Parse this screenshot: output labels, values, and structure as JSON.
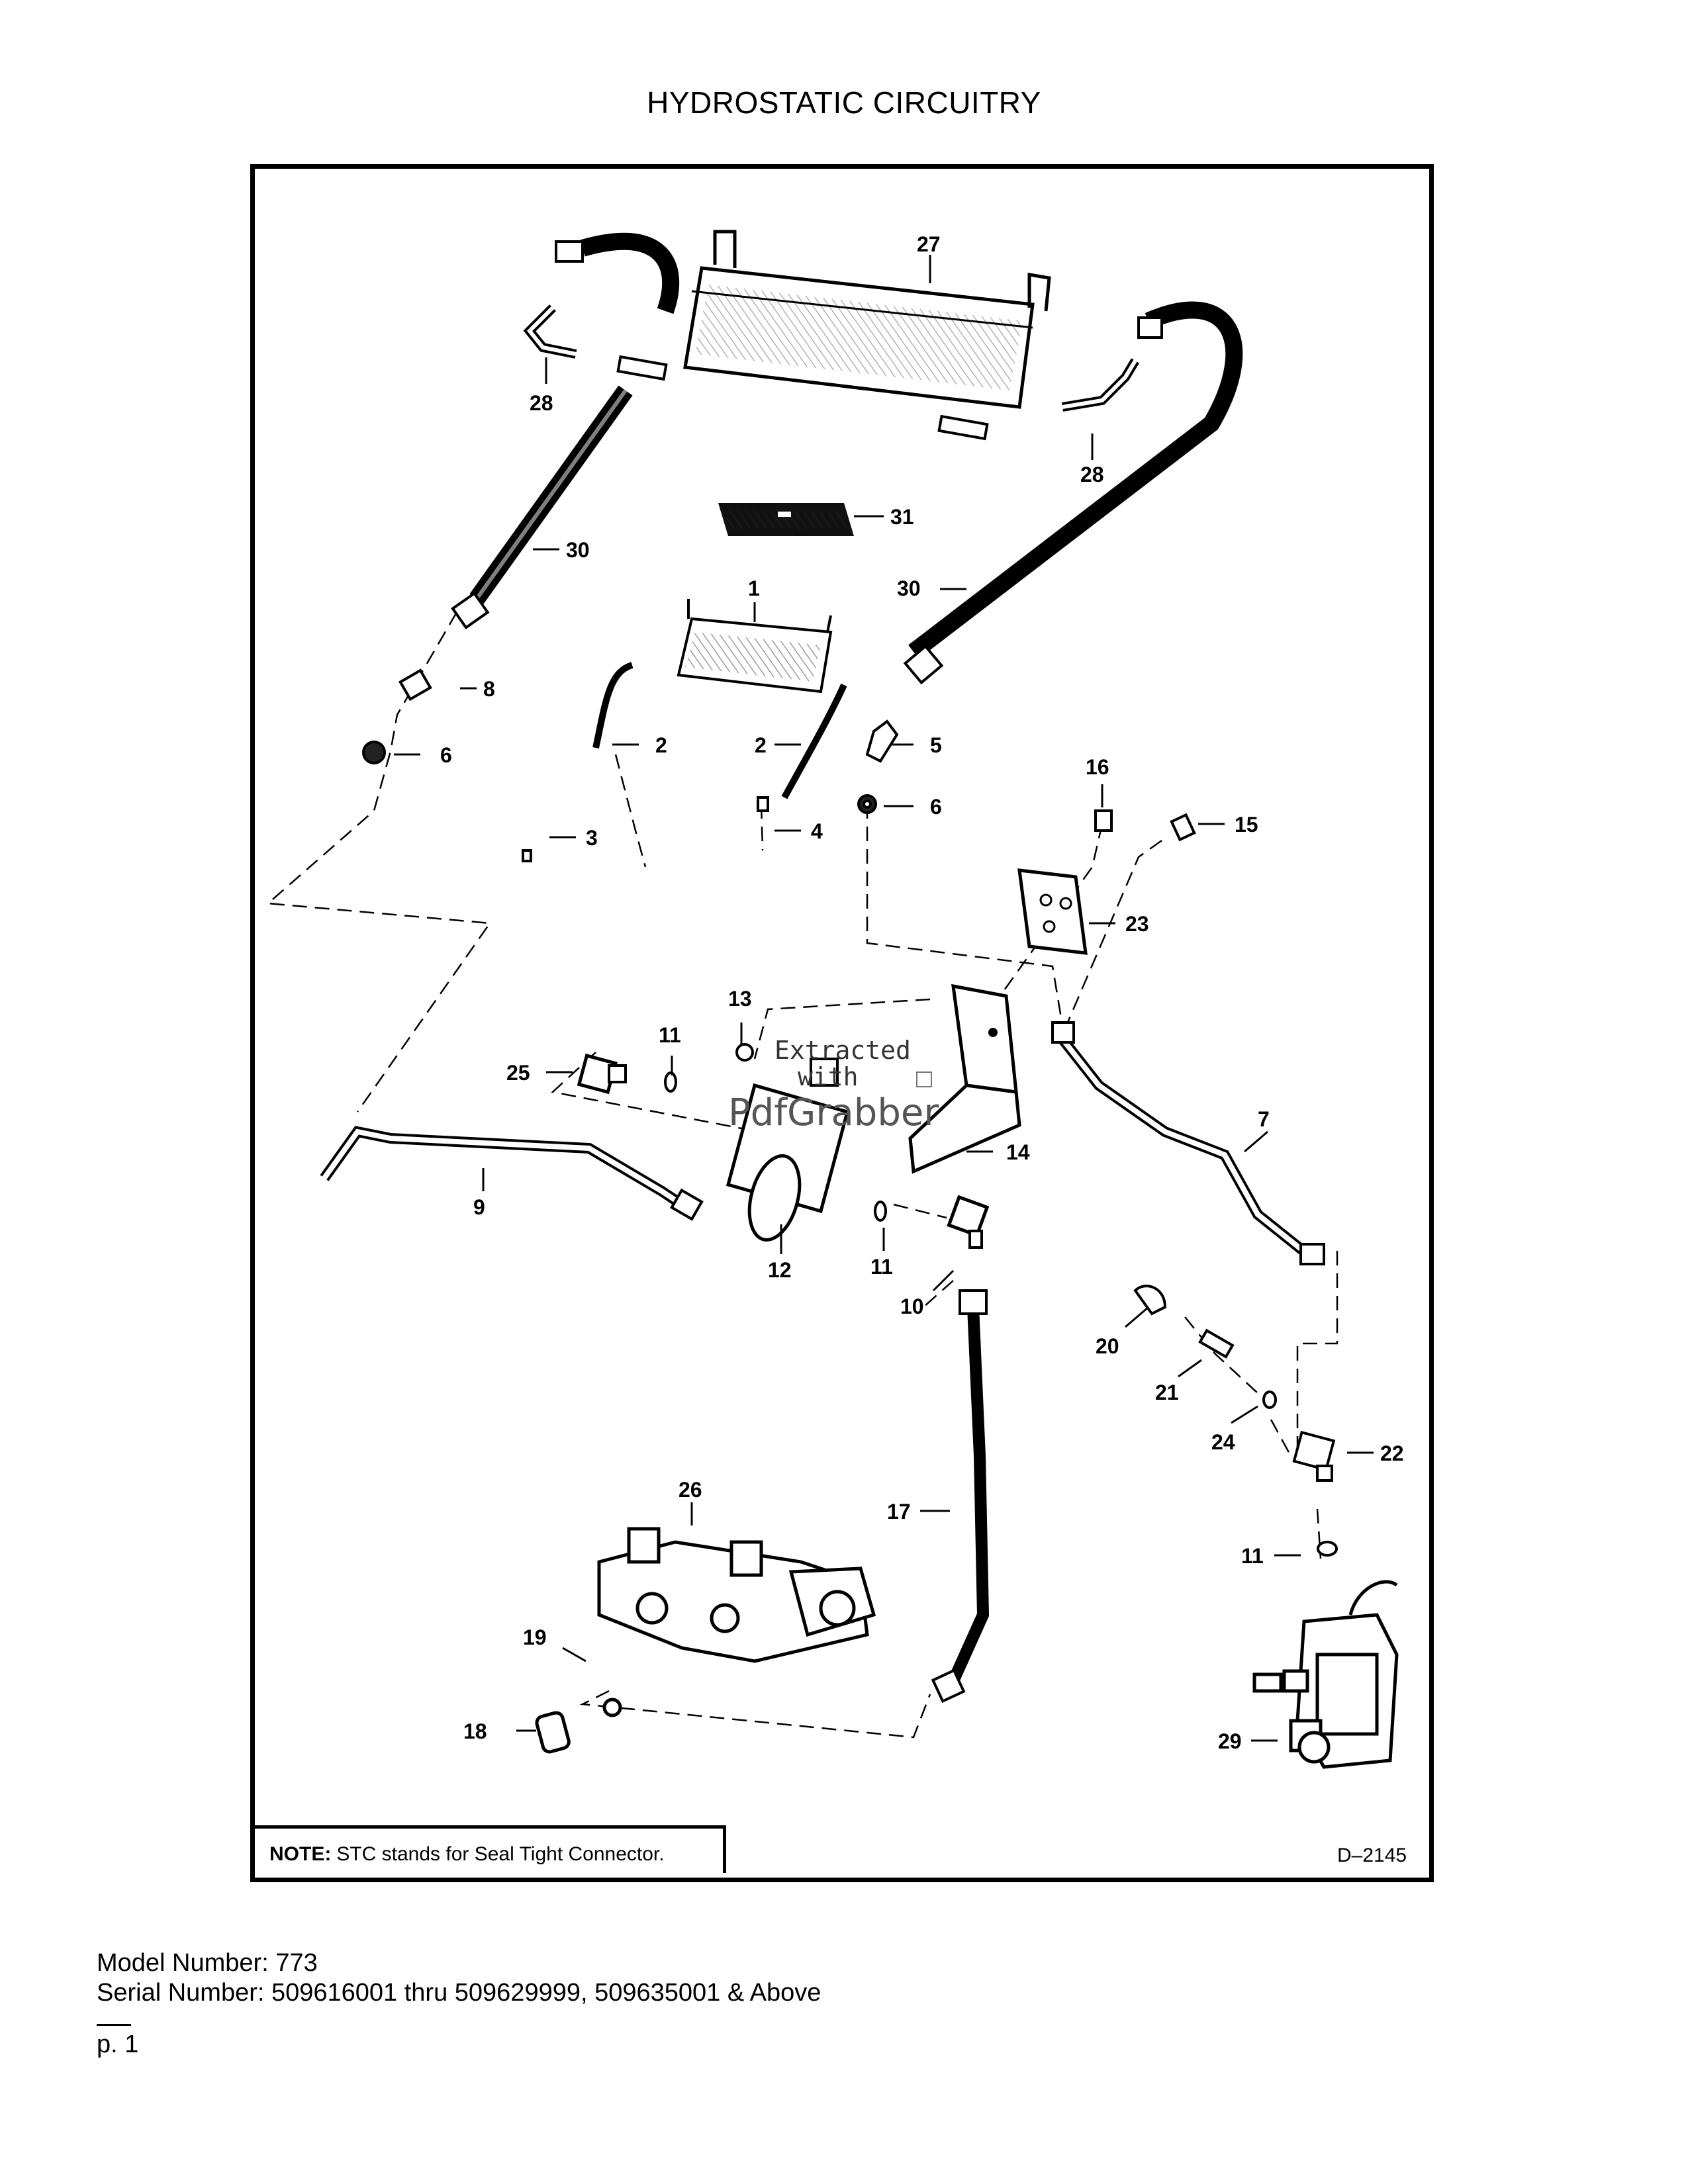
{
  "title": "HYDROSTATIC CIRCUITRY",
  "note": {
    "label": "NOTE:",
    "text": "STC stands for Seal Tight Connector."
  },
  "figure_code": "D–2145",
  "watermark": {
    "line1": "Extracted",
    "line2": "with",
    "brand": "PdfGrabber"
  },
  "footer": {
    "model": "Model Number: 773",
    "serial": "Serial Number: 509616001 thru 509629999, 509635001 & Above",
    "page": "p. 1"
  },
  "callouts": [
    "27",
    "28",
    "28",
    "31",
    "30",
    "30",
    "1",
    "8",
    "6",
    "2",
    "2",
    "5",
    "6",
    "16",
    "15",
    "3",
    "4",
    "23",
    "13",
    "11",
    "25",
    "7",
    "14",
    "9",
    "12",
    "11",
    "10",
    "20",
    "21",
    "24",
    "22",
    "17",
    "26",
    "11",
    "19",
    "18",
    "29"
  ]
}
